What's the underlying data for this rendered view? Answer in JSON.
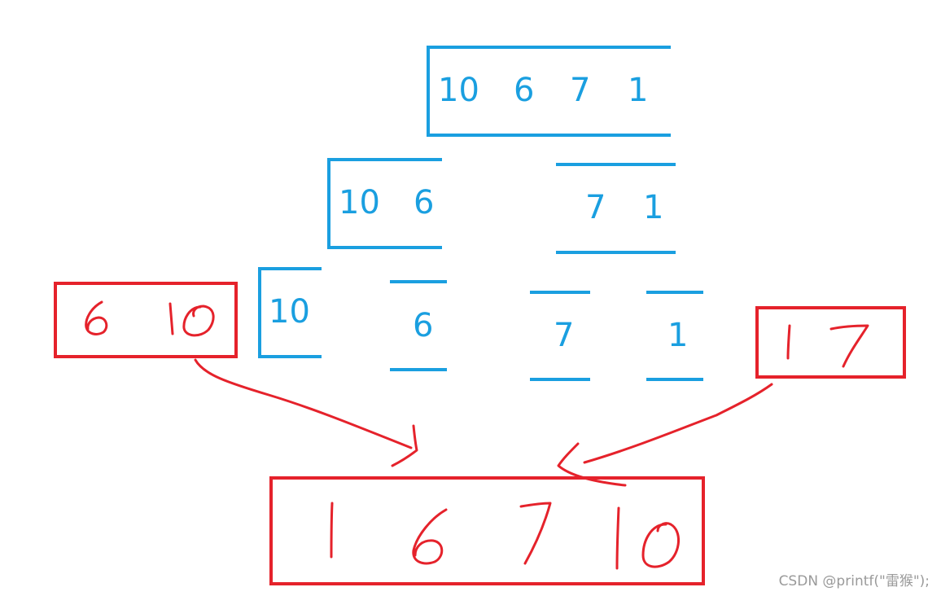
{
  "diagram": {
    "level0": {
      "values": [
        "10",
        "6",
        "7",
        "1"
      ]
    },
    "level1": {
      "left": [
        "10",
        "6"
      ],
      "right": [
        "7",
        "1"
      ]
    },
    "level2": {
      "values": [
        "10",
        "6",
        "7",
        "1"
      ]
    },
    "merge_left": {
      "values": [
        "6",
        "10"
      ]
    },
    "merge_right": {
      "values": [
        "1",
        "7"
      ]
    },
    "result": {
      "values": [
        "1",
        "6",
        "7",
        "10"
      ]
    }
  },
  "colors": {
    "blue": "#1a9fe0",
    "red": "#e5222b"
  },
  "watermark": "CSDN @printf(\"雷猴\");"
}
